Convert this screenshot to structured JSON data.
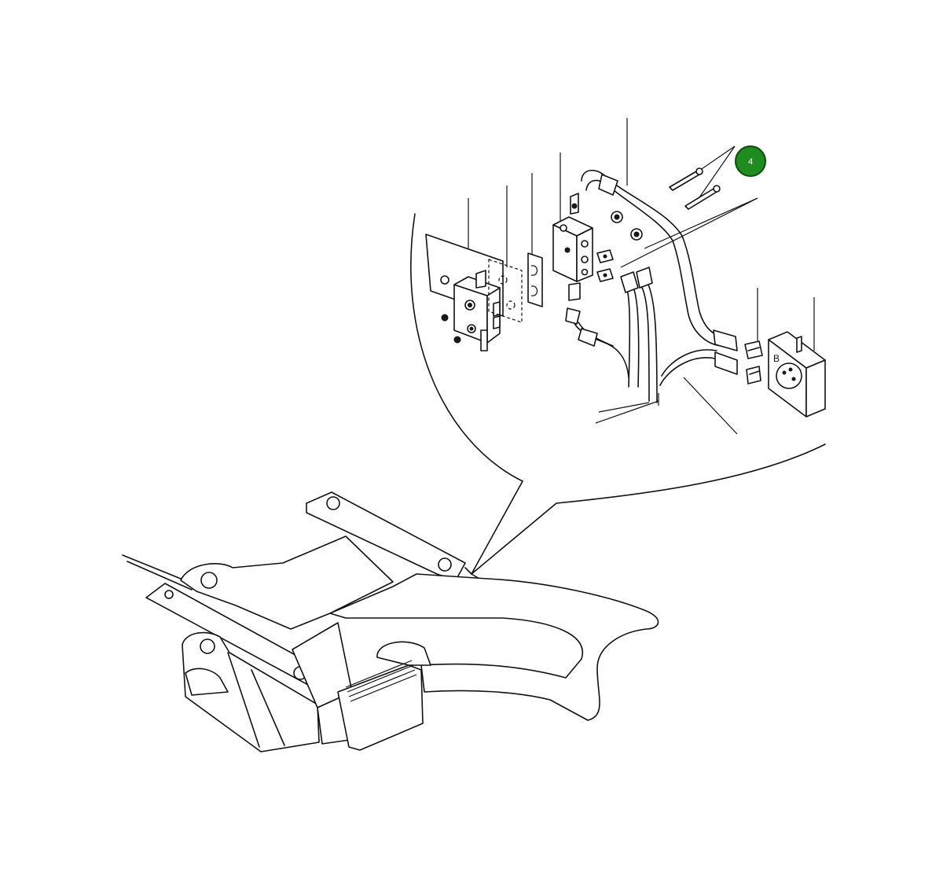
{
  "callouts": [
    {
      "id": "callout-4",
      "label": "4",
      "color": "#1e8c1e"
    }
  ],
  "part_labels": {
    "valve_letter": "B"
  },
  "colors": {
    "line": "#111111",
    "background": "#ffffff",
    "callout_fill": "#1e8c1e"
  }
}
